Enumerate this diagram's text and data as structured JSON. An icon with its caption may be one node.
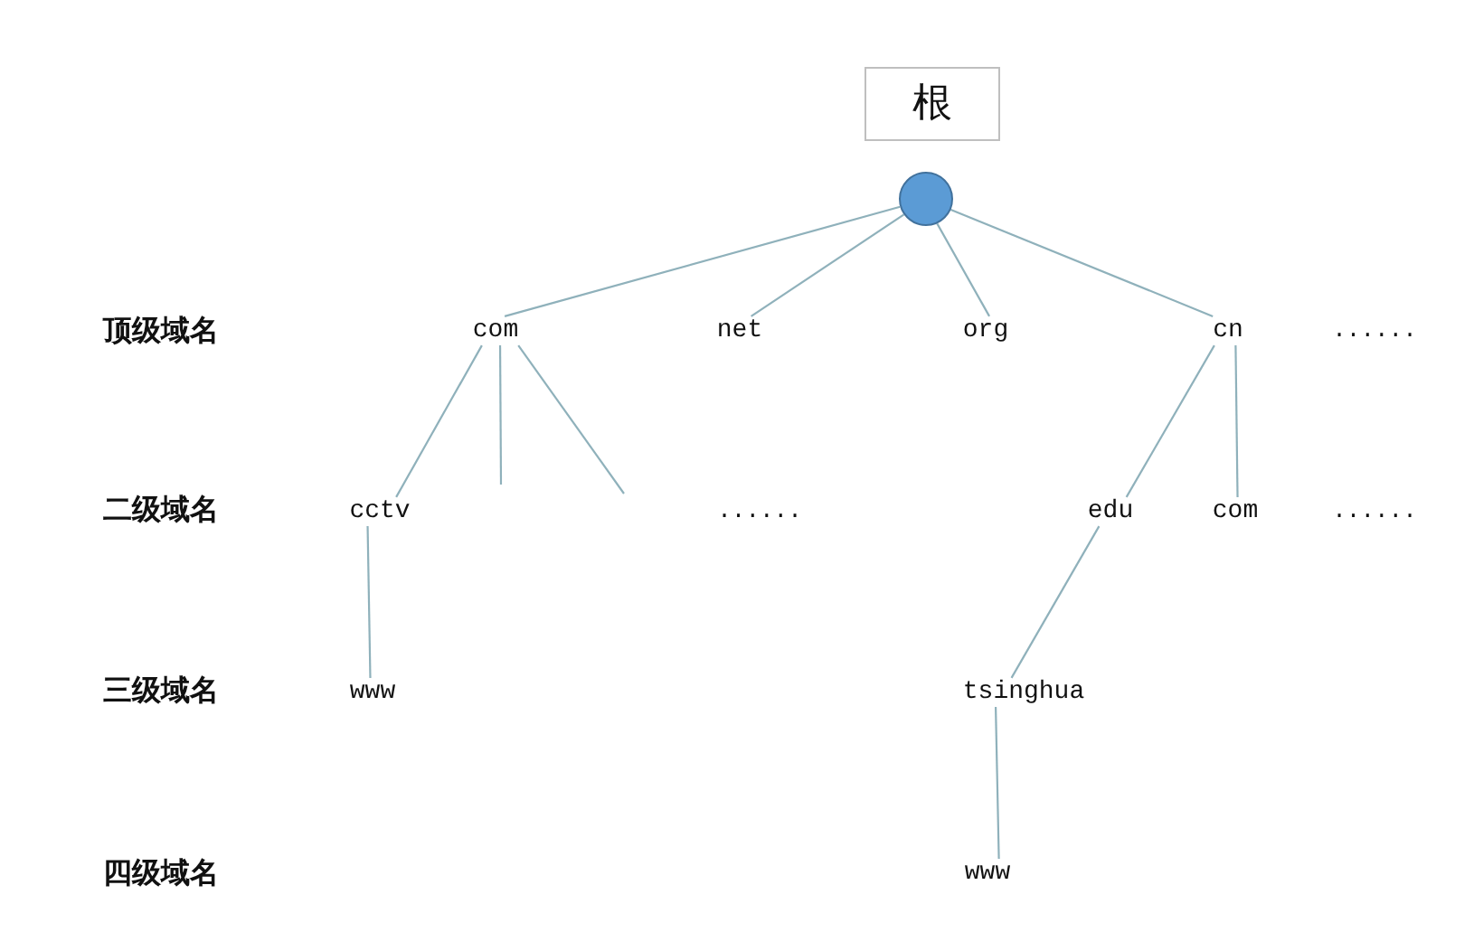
{
  "diagram": {
    "nodes": [
      {
        "text": [
          "根"
        ]
      },
      {
        "text": [],
        "shape": "circle"
      },
      {
        "text": [
          "com"
        ]
      },
      {
        "text": [
          "net"
        ]
      },
      {
        "text": [
          "org"
        ]
      },
      {
        "text": [
          "cn"
        ]
      },
      {
        "text": [
          "cctv"
        ]
      },
      {
        "text": [
          "edu"
        ]
      },
      {
        "text": [
          "com"
        ]
      },
      {
        "text": [
          "www"
        ]
      },
      {
        "text": [
          "tsinghua"
        ]
      },
      {
        "text": [
          "www"
        ]
      }
    ],
    "edges": [
      {
        "from": 1,
        "to": 2,
        "arrow": "none"
      },
      {
        "from": 1,
        "to": 3,
        "arrow": "none"
      },
      {
        "from": 1,
        "to": 4,
        "arrow": "none"
      },
      {
        "from": 1,
        "to": 5,
        "arrow": "none"
      },
      {
        "from": 2,
        "to": 6,
        "arrow": "none"
      },
      {
        "from": 2,
        "to": null,
        "arrow": "none"
      },
      {
        "from": 2,
        "to": null,
        "arrow": "none"
      },
      {
        "from": 5,
        "to": 7,
        "arrow": "none"
      },
      {
        "from": 5,
        "to": 8,
        "arrow": "none"
      },
      {
        "from": 6,
        "to": 9,
        "arrow": "none"
      },
      {
        "from": 7,
        "to": 10,
        "arrow": "none"
      },
      {
        "from": 10,
        "to": 11,
        "arrow": "none"
      }
    ],
    "labels": [
      "顶级域名",
      "......",
      "二级域名",
      "......",
      "......",
      "三级域名",
      "四级域名"
    ]
  }
}
